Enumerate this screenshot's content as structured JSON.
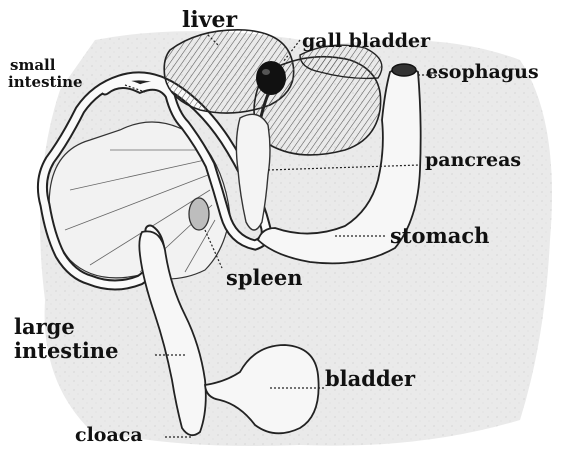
{
  "labels": {
    "liver": "liver",
    "gall_bladder": "gall bladder",
    "small_intestine_line1": "small",
    "small_intestine_line2": "intestine",
    "esophagus": "esophagus",
    "pancreas": "pancreas",
    "stomach": "stomach",
    "spleen": "spleen",
    "large_intestine_line1": "large",
    "large_intestine_line2": "intestine",
    "bladder": "bladder",
    "cloaca": "cloaca"
  }
}
